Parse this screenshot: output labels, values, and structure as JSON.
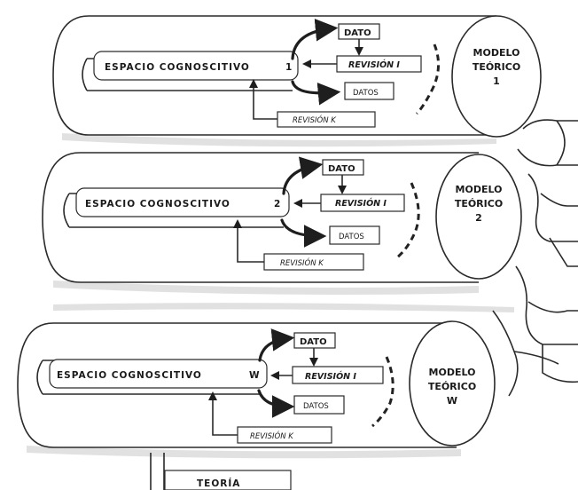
{
  "diagram": {
    "panels": [
      {
        "space_label": "ESPACIO  COGNOSCITIVO",
        "space_index": "1",
        "dato": "DATO",
        "revision_1": "REVISIÓN  I",
        "datos": "DATOS",
        "revision_k": "REVISIÓN  K",
        "model_line1": "MODELO",
        "model_line2": "TEÓRICO",
        "model_line3": "1"
      },
      {
        "space_label": "ESPACIO  COGNOSCITIVO",
        "space_index": "2",
        "dato": "DATO",
        "revision_1": "REVISIÓN  I",
        "datos": "DATOS",
        "revision_k": "REVISIÓN  K",
        "model_line1": "MODELO",
        "model_line2": "TEÓRICO",
        "model_line3": "2"
      },
      {
        "space_label": "ESPACIO  COGNOSCITIVO",
        "space_index": "W",
        "dato": "DATO",
        "revision_1": "REVISIÓN  I",
        "datos": "DATOS",
        "revision_k": "REVISIÓN  K",
        "model_line1": "MODELO",
        "model_line2": "TEÓRICO",
        "model_line3": "W"
      }
    ],
    "theory_label": "TEORÍA"
  }
}
